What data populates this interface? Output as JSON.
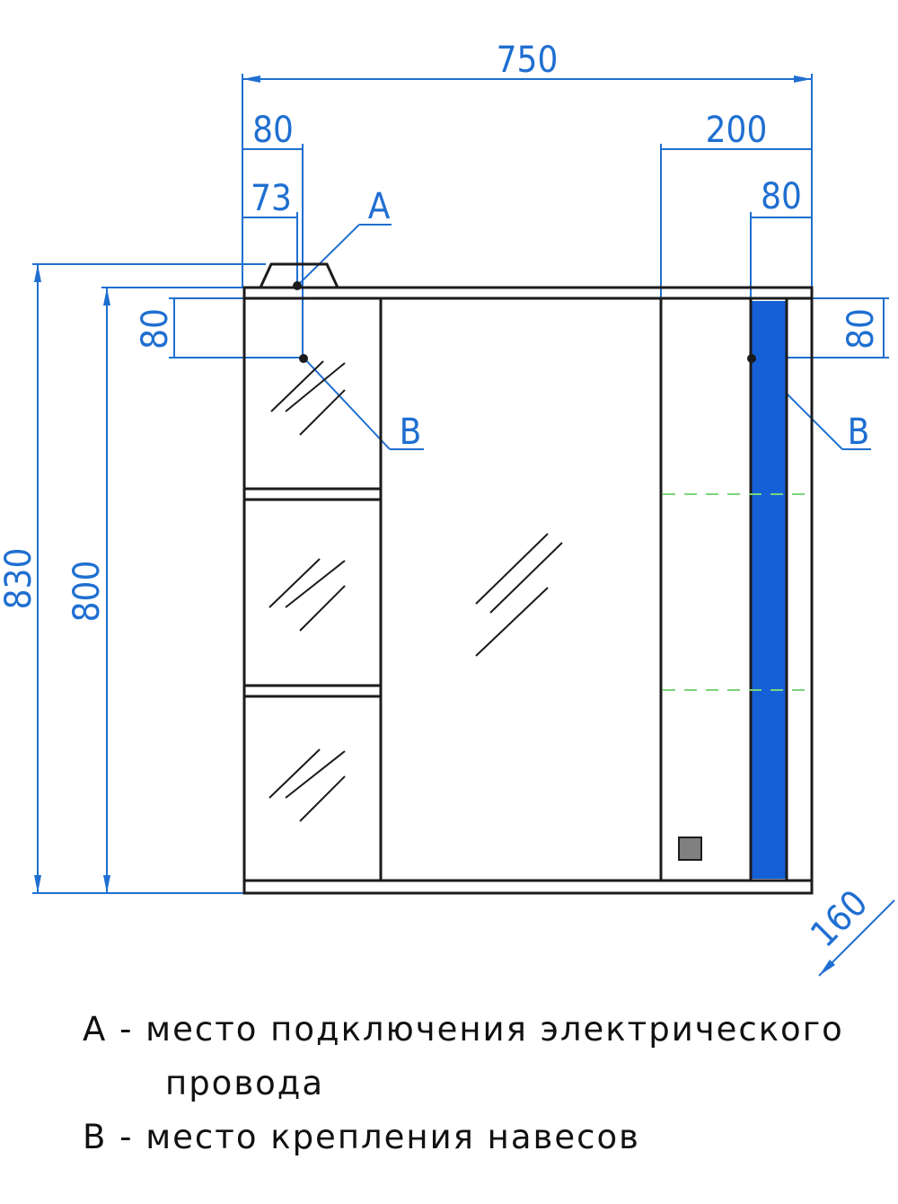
{
  "dimensions": {
    "width_total": "750",
    "left_offset_80": "80",
    "left_offset_73": "73",
    "right_section_200": "200",
    "right_offset_80": "80",
    "height_830": "830",
    "height_800": "800",
    "left_vertical_80": "80",
    "right_vertical_80": "80",
    "depth_160": "160"
  },
  "markers": {
    "a": "A",
    "b_left": "B",
    "b_right": "B"
  },
  "legend": {
    "a_line1": "A - место подключения электрического",
    "a_line2": "провода",
    "b_line": "B - место крепления навесов"
  },
  "colors": {
    "dimension": "#1f6fd1",
    "led_strip": "#1560d6",
    "outline": "#1b1b1b",
    "shelf_dashed": "#7bd37b",
    "switch": "#808080"
  }
}
